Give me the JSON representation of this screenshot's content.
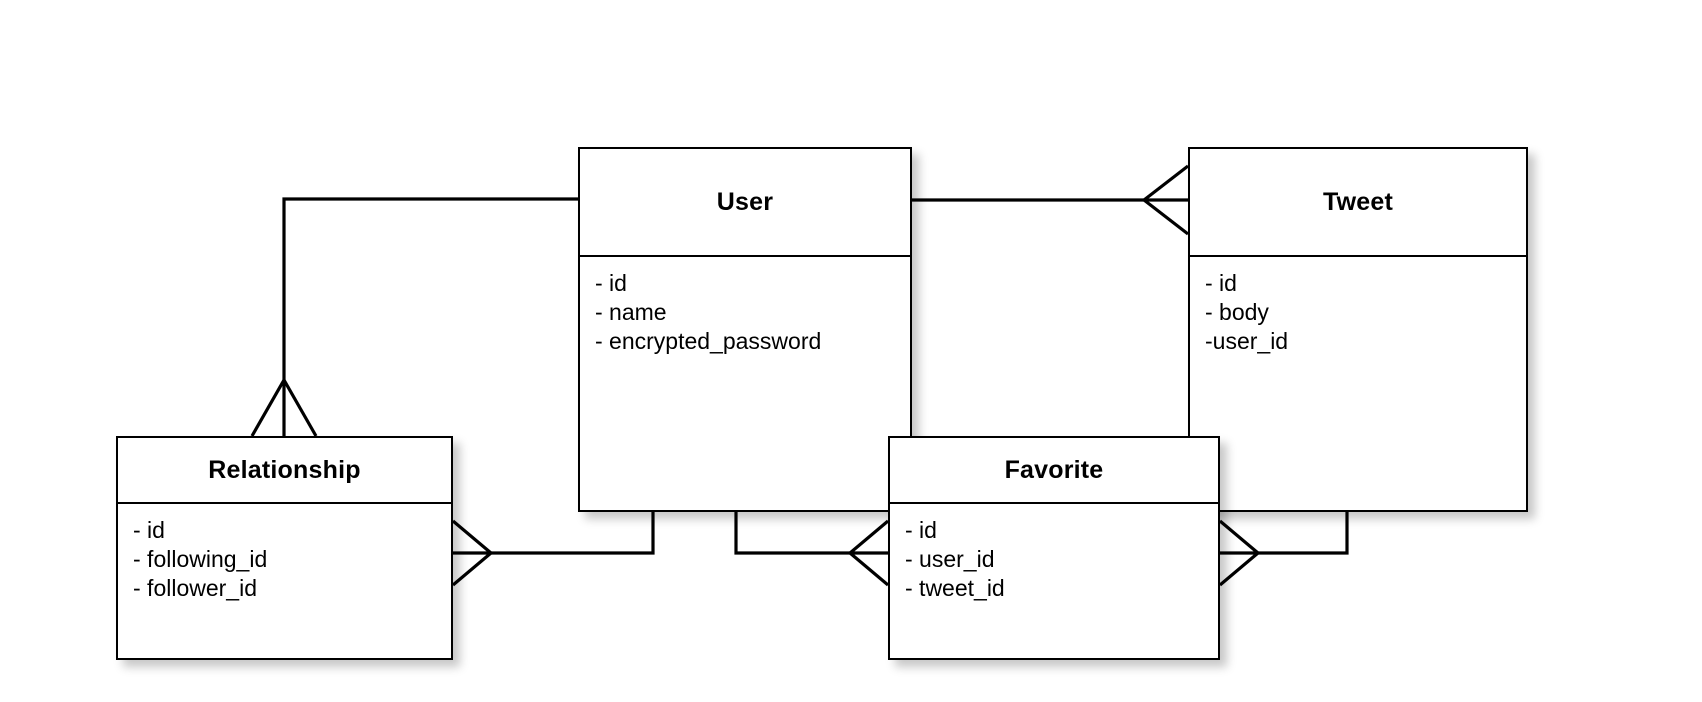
{
  "diagram": {
    "kind": "entity-relationship-diagram",
    "notation": "crows-foot",
    "background_color": "#ffffff",
    "line_color": "#000000",
    "box_fill_color": "#ffffff",
    "entities": [
      {
        "id": "user",
        "name": "User",
        "attributes": [
          "- id",
          "- name",
          "- encrypted_password"
        ]
      },
      {
        "id": "tweet",
        "name": "Tweet",
        "attributes": [
          "- id",
          "- body",
          "-user_id"
        ]
      },
      {
        "id": "relationship",
        "name": "Relationship",
        "attributes": [
          "- id",
          "- following_id",
          "- follower_id"
        ]
      },
      {
        "id": "favorite",
        "name": "Favorite",
        "attributes": [
          "- id",
          "- user_id",
          "- tweet_id"
        ]
      }
    ],
    "relationships": [
      {
        "from": "user",
        "to": "tweet",
        "from_cardinality": "one",
        "to_cardinality": "many"
      },
      {
        "from": "user",
        "to": "relationship",
        "from_cardinality": "one",
        "to_cardinality": "many"
      },
      {
        "from": "user",
        "to": "relationship",
        "from_cardinality": "one",
        "to_cardinality": "many"
      },
      {
        "from": "user",
        "to": "favorite",
        "from_cardinality": "one",
        "to_cardinality": "many"
      },
      {
        "from": "tweet",
        "to": "favorite",
        "from_cardinality": "one",
        "to_cardinality": "many"
      }
    ]
  }
}
